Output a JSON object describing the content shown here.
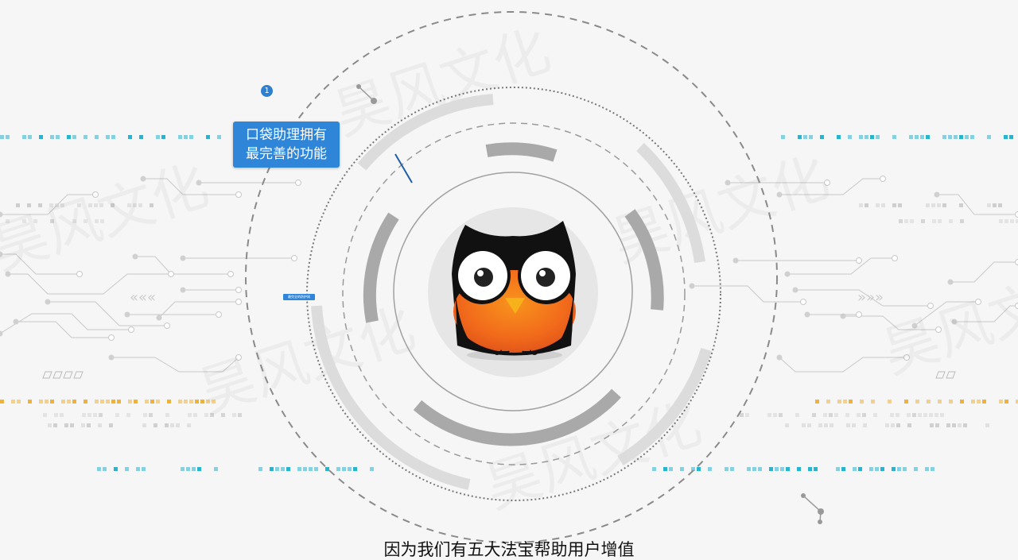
{
  "watermark": {
    "text": "昊风文化"
  },
  "step": {
    "number": "1"
  },
  "callout": {
    "line1": "口袋助理拥有",
    "line2": "最完善的功能"
  },
  "mini_tag": {
    "text": "最完全的防护网"
  },
  "subtitle": {
    "text": "因为我们有五大法宝帮助用户增值"
  },
  "mascot": {
    "name": "owl-mascot"
  },
  "colors": {
    "accent_blue": "#2f86d8",
    "dash_cyan": "#29b3cf",
    "dash_orange": "#f2b233",
    "owl_orange": "#f26a1b",
    "ring_gray": "#b5b5b5"
  }
}
